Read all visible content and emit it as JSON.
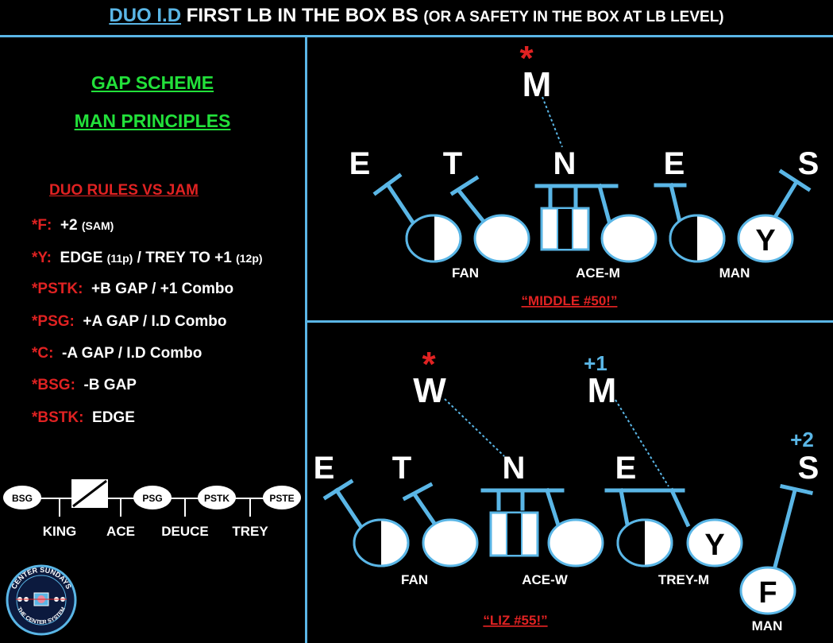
{
  "title": {
    "prefix": "DUO I.D",
    "main": " FIRST LB IN THE BOX BS ",
    "paren": "(OR A SAFETY IN THE BOX AT LB LEVEL)"
  },
  "left": {
    "scheme_1": "GAP SCHEME",
    "scheme_2": "MAN PRINCIPLES",
    "rules_title": "DUO RULES VS JAM",
    "rules": [
      {
        "key": "*F:",
        "text": "+2 ",
        "small": "(SAM)"
      },
      {
        "key": "*Y:",
        "text": "EDGE ",
        "small": "(11p)",
        "text2": " / TREY TO +1 ",
        "small2": "(12p)"
      },
      {
        "key": "*PSTK:",
        "text": "+B GAP / +1 Combo"
      },
      {
        "key": "*PSG:",
        "text": "+A GAP / I.D Combo"
      },
      {
        "key": "*C:",
        "text": "-A GAP / I.D Combo"
      },
      {
        "key": "*BSG:",
        "text": "-B GAP"
      },
      {
        "key": "*BSTK:",
        "text": "EDGE"
      }
    ],
    "line_diagram": {
      "positions": [
        "BSG",
        "PSG",
        "PSTK",
        "PSTE"
      ],
      "gaps": [
        "KING",
        "ACE",
        "DEUCE",
        "TREY"
      ]
    },
    "logo": {
      "top_text": "CENTER SUNDAYS",
      "bottom_text": "THE CENTER SYSTEM"
    }
  },
  "top_play": {
    "defenders": [
      "M",
      "E",
      "T",
      "N",
      "E",
      "S"
    ],
    "star": "*",
    "offense_labels": [
      "Y"
    ],
    "blocks": [
      "FAN",
      "ACE-M",
      "MAN"
    ],
    "call": "“MIDDLE #50!”"
  },
  "bottom_play": {
    "defenders": [
      "W",
      "M",
      "E",
      "T",
      "N",
      "E",
      "S"
    ],
    "star": "*",
    "plus_one": "+1",
    "plus_two": "+2",
    "offense_labels": [
      "Y",
      "F"
    ],
    "blocks": [
      "FAN",
      "ACE-W",
      "TREY-M",
      "MAN"
    ],
    "call": "“LIZ #55!”"
  },
  "colors": {
    "accent": "#5ab6e6",
    "red": "#e02222",
    "green": "#22e03a",
    "background": "#000000"
  }
}
